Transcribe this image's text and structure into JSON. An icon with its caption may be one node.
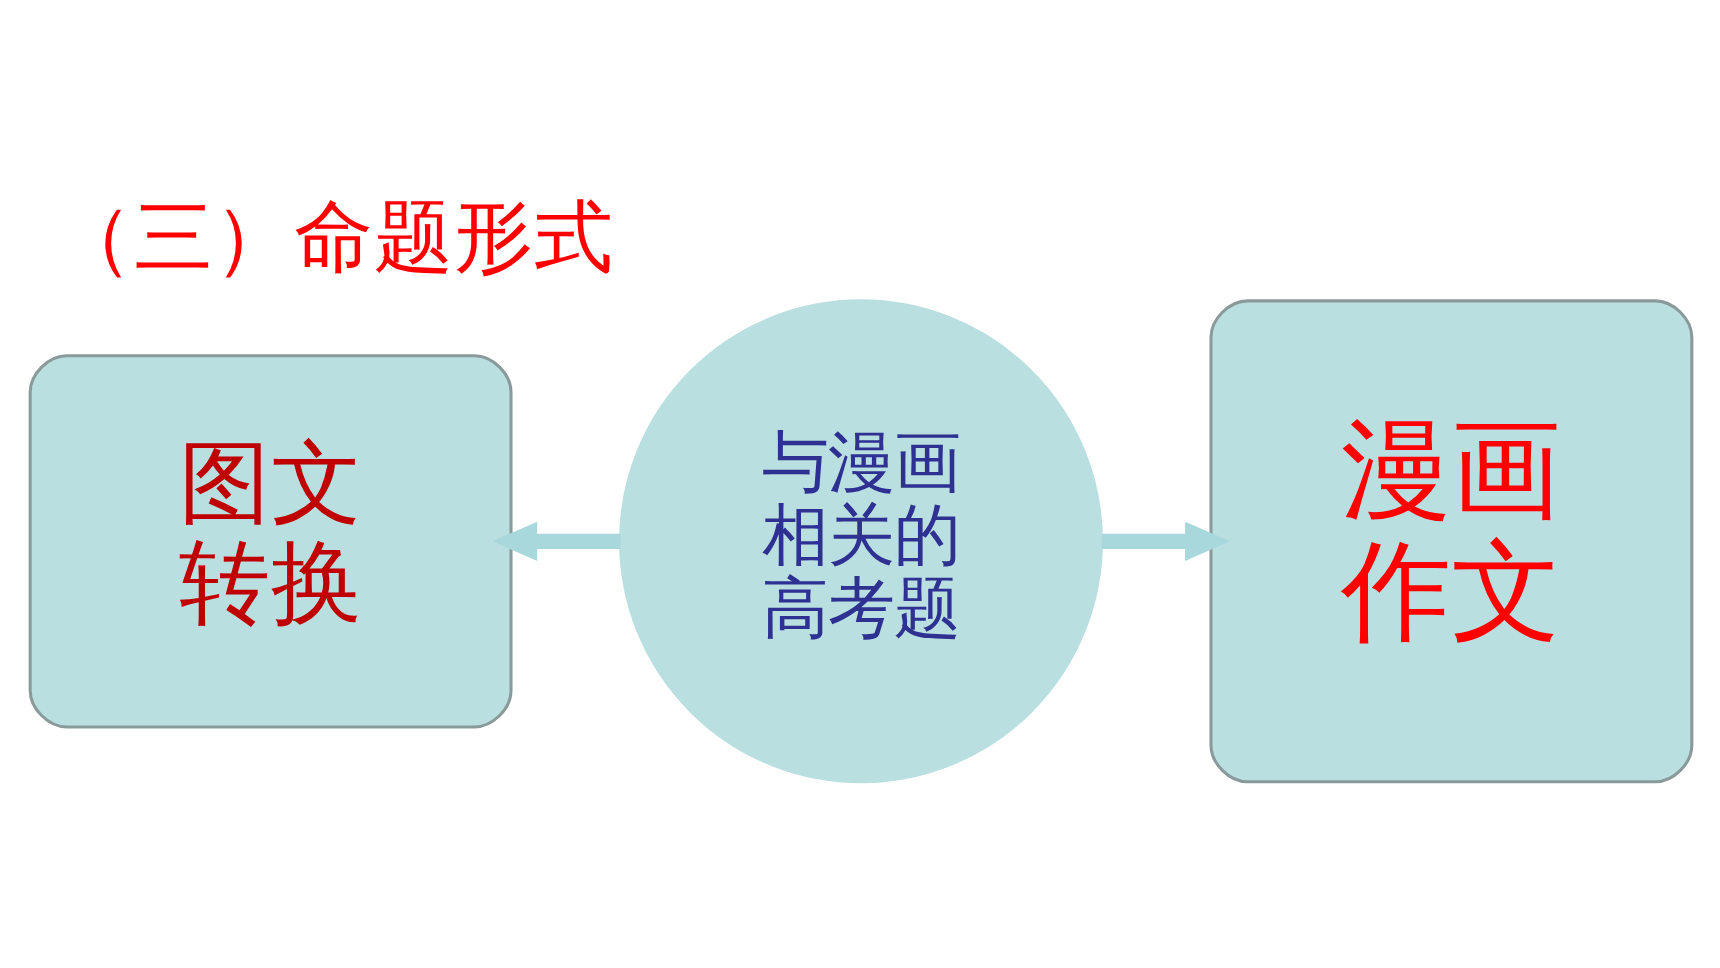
{
  "diagram": {
    "title": "（三）命题形式",
    "nodes": [
      {
        "text": [
          "图文转换"
        ]
      },
      {
        "text": [
          "与漫画相关的高考题"
        ]
      },
      {
        "text": [
          "漫画作文"
        ]
      }
    ],
    "edges": [
      {
        "from": 1,
        "to": 0,
        "arrow": "to"
      },
      {
        "from": 1,
        "to": 2,
        "arrow": "to"
      }
    ]
  }
}
